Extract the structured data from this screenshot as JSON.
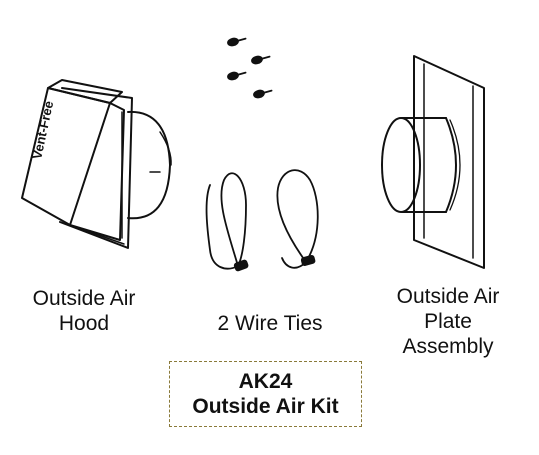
{
  "parts": {
    "hood": {
      "line1": "Outside Air",
      "line2": "Hood",
      "logo": "Vent-Free"
    },
    "ties": {
      "label": "2 Wire Ties"
    },
    "plate": {
      "line1": "Outside Air",
      "line2": "Plate",
      "line3": "Assembly"
    }
  },
  "kit": {
    "model": "AK24",
    "name": "Outside Air Kit"
  },
  "colors": {
    "line": "#111111",
    "box_border": "#8a7a3a",
    "background": "#ffffff"
  },
  "icons": [
    "screw-icon",
    "hood-icon",
    "wire-tie-icon",
    "plate-assembly-icon"
  ]
}
